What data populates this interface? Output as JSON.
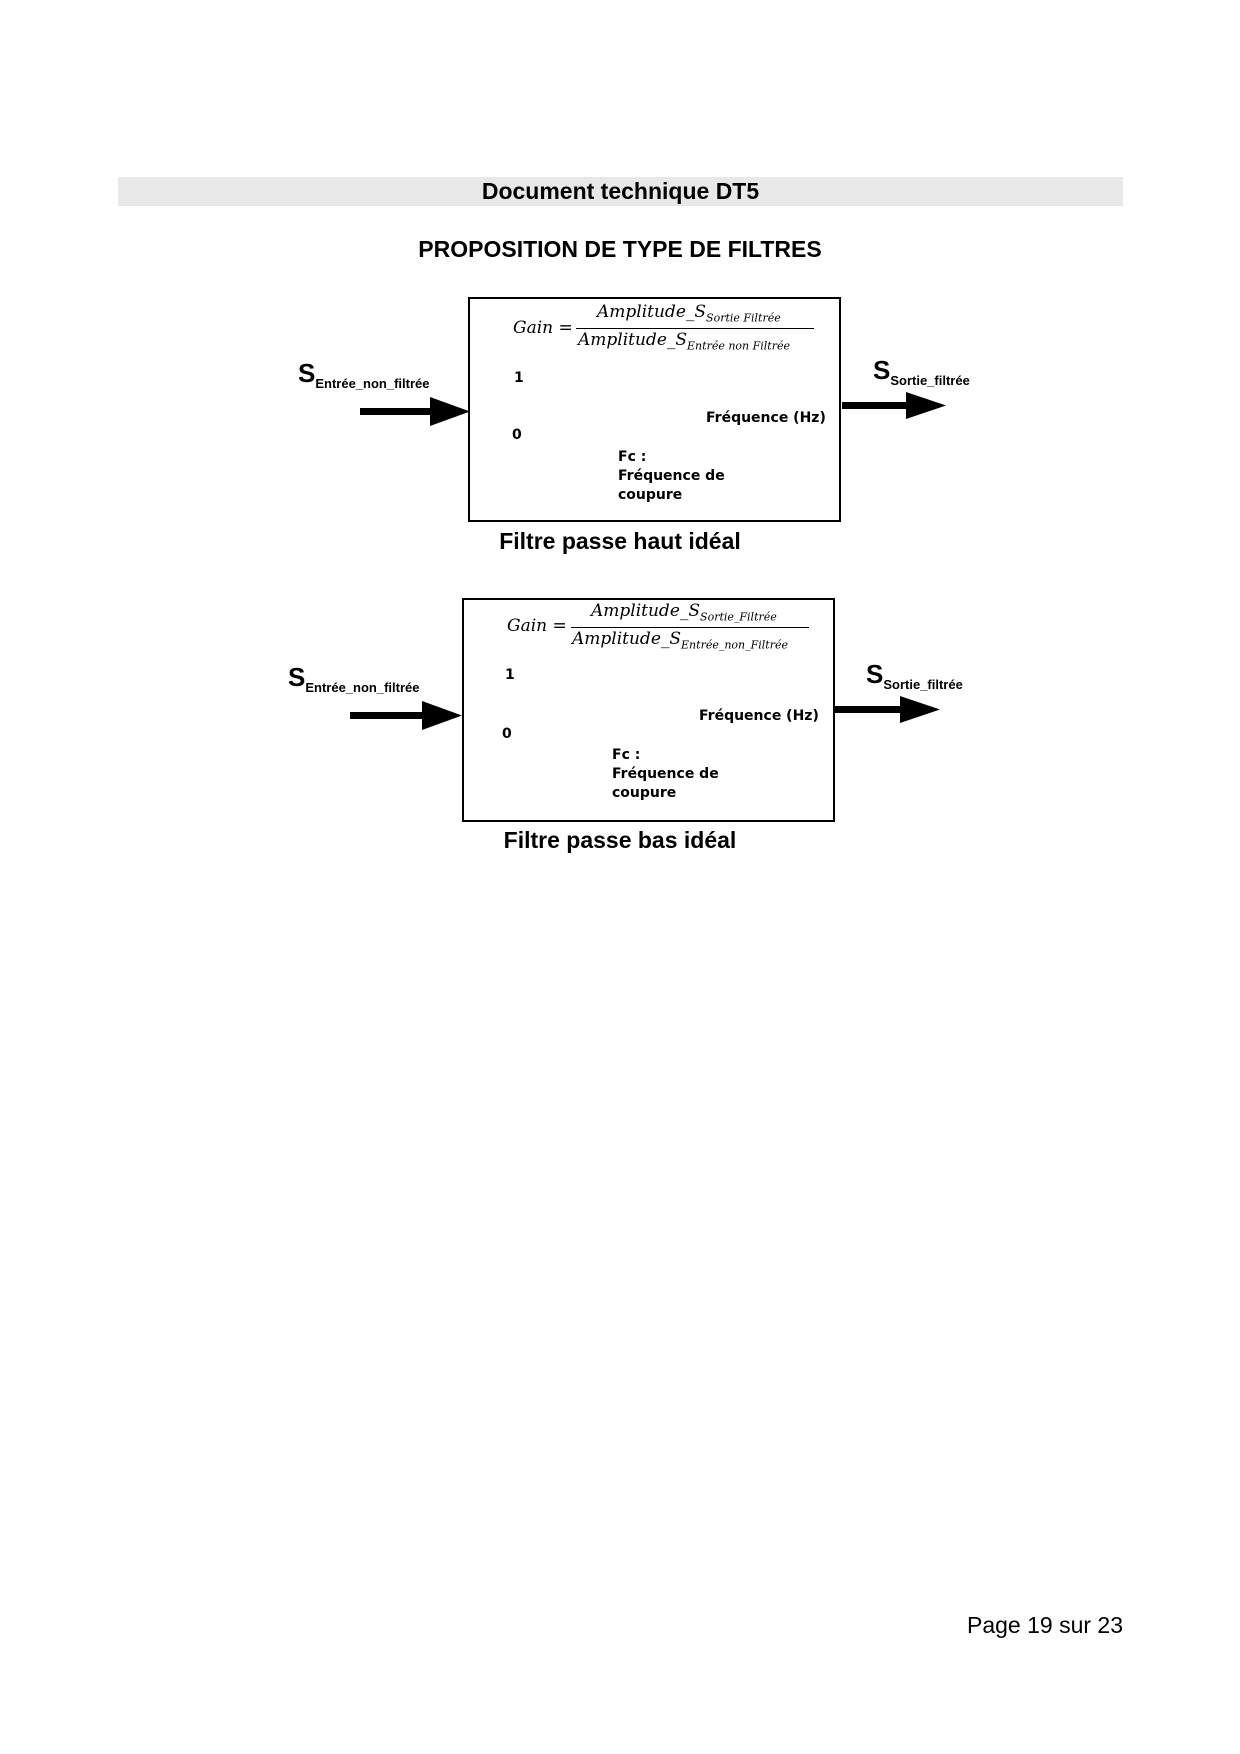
{
  "document": {
    "title": "Document technique DT5",
    "section_title": "PROPOSITION DE TYPE DE FILTRES",
    "page_number": "Page 19 sur 23"
  },
  "filters": [
    {
      "input_signal": {
        "main": "S",
        "sub": "Entrée_non_filtrée"
      },
      "output_signal": {
        "main": "S",
        "sub": "Sortie_filtrée"
      },
      "gain_label": "Gain =",
      "numerator": {
        "main": "Amplitude_S",
        "sub": "Sortie Filtrée"
      },
      "denominator": {
        "main": "Amplitude_S",
        "sub": "Entrée non Filtrée"
      },
      "y_tick_high": "1",
      "y_tick_low": "0",
      "x_axis_label": "Fréquence (Hz)",
      "fc_label": [
        "Fc :",
        "Fréquence de",
        "coupure"
      ],
      "caption": "Filtre passe haut idéal",
      "response": "high-pass",
      "curve_color": "#ff0000"
    },
    {
      "input_signal": {
        "main": "S",
        "sub": "Entrée_non_filtrée"
      },
      "output_signal": {
        "main": "S",
        "sub": "Sortie_filtrée"
      },
      "gain_label": "Gain =",
      "numerator": {
        "main": "Amplitude_S",
        "sub": "Sortie_Filtrée"
      },
      "denominator": {
        "main": "Amplitude_S",
        "sub": "Entrée_non_Filtrée"
      },
      "y_tick_high": "1",
      "y_tick_low": "0",
      "x_axis_label": "Fréquence (Hz)",
      "fc_label": [
        "Fc :",
        "Fréquence de",
        "coupure"
      ],
      "caption": "Filtre passe bas idéal",
      "response": "low-pass",
      "curve_color": "#ff0000"
    }
  ]
}
